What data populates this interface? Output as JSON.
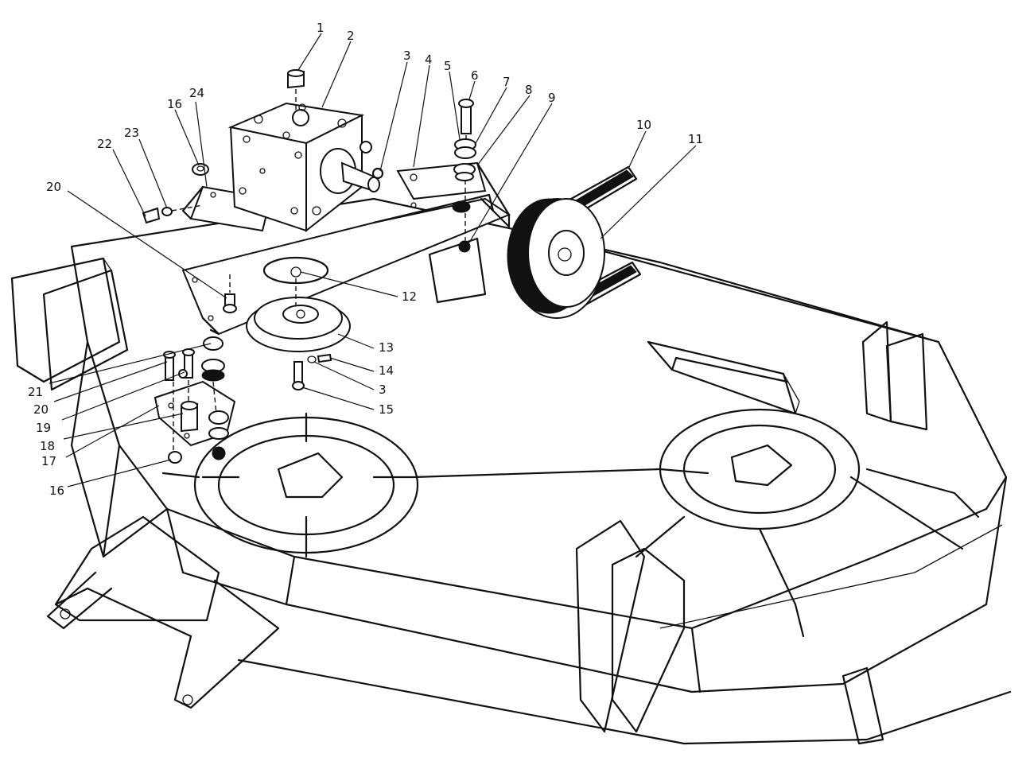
{
  "callouts": [
    "1",
    "2",
    "3",
    "4",
    "5",
    "6",
    "7",
    "8",
    "9",
    "10",
    "11",
    "20",
    "22",
    "23",
    "16",
    "24",
    "12",
    "13",
    "14",
    "3",
    "15",
    "21",
    "20",
    "19",
    "18",
    "17",
    "16"
  ]
}
